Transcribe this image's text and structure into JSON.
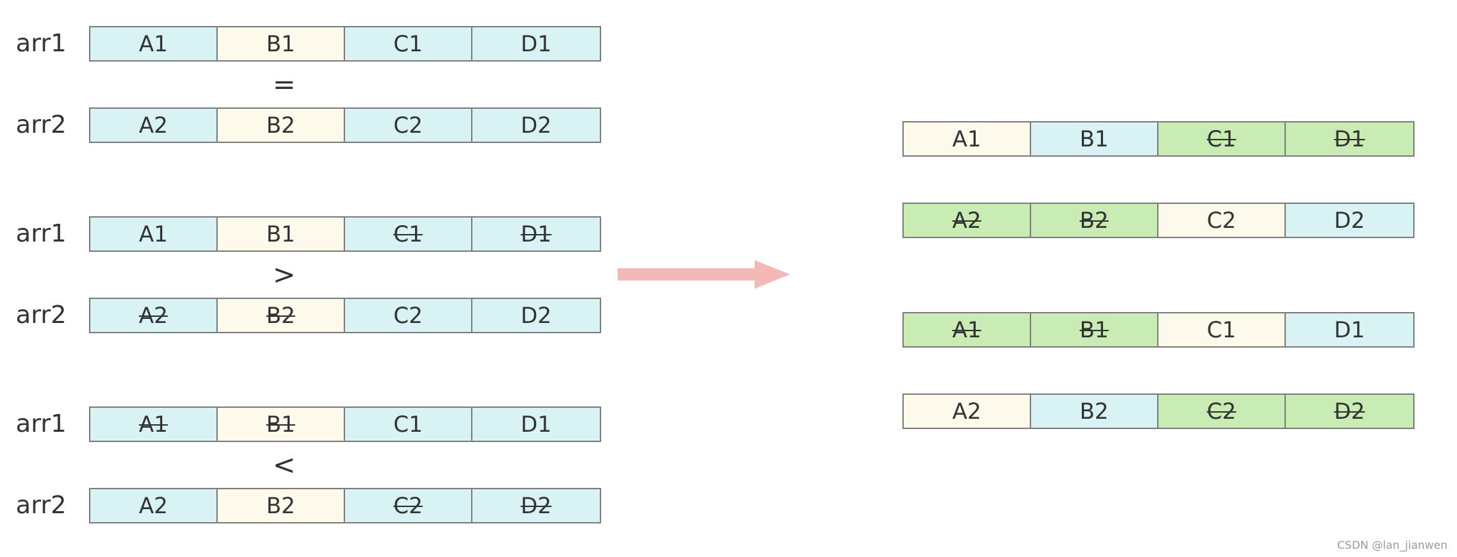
{
  "colors": {
    "blue": "#d9f3f4",
    "yellow": "#fdfaeb",
    "green": "#c8ecb4",
    "border": "#7f7f7f",
    "arrow": "#f4b9b7"
  },
  "left_groups": [
    {
      "operator": "=",
      "rows": [
        {
          "label": "arr1",
          "cells": [
            {
              "text": "A1",
              "color": "blue",
              "struck": false
            },
            {
              "text": "B1",
              "color": "yellow",
              "struck": false
            },
            {
              "text": "C1",
              "color": "blue",
              "struck": false
            },
            {
              "text": "D1",
              "color": "blue",
              "struck": false
            }
          ]
        },
        {
          "label": "arr2",
          "cells": [
            {
              "text": "A2",
              "color": "blue",
              "struck": false
            },
            {
              "text": "B2",
              "color": "yellow",
              "struck": false
            },
            {
              "text": "C2",
              "color": "blue",
              "struck": false
            },
            {
              "text": "D2",
              "color": "blue",
              "struck": false
            }
          ]
        }
      ]
    },
    {
      "operator": ">",
      "rows": [
        {
          "label": "arr1",
          "cells": [
            {
              "text": "A1",
              "color": "blue",
              "struck": false
            },
            {
              "text": "B1",
              "color": "yellow",
              "struck": false
            },
            {
              "text": "C1",
              "color": "blue",
              "struck": true
            },
            {
              "text": "D1",
              "color": "blue",
              "struck": true
            }
          ]
        },
        {
          "label": "arr2",
          "cells": [
            {
              "text": "A2",
              "color": "blue",
              "struck": true
            },
            {
              "text": "B2",
              "color": "yellow",
              "struck": true
            },
            {
              "text": "C2",
              "color": "blue",
              "struck": false
            },
            {
              "text": "D2",
              "color": "blue",
              "struck": false
            }
          ]
        }
      ]
    },
    {
      "operator": "<",
      "rows": [
        {
          "label": "arr1",
          "cells": [
            {
              "text": "A1",
              "color": "blue",
              "struck": true
            },
            {
              "text": "B1",
              "color": "yellow",
              "struck": true
            },
            {
              "text": "C1",
              "color": "blue",
              "struck": false
            },
            {
              "text": "D1",
              "color": "blue",
              "struck": false
            }
          ]
        },
        {
          "label": "arr2",
          "cells": [
            {
              "text": "A2",
              "color": "blue",
              "struck": false
            },
            {
              "text": "B2",
              "color": "yellow",
              "struck": false
            },
            {
              "text": "C2",
              "color": "blue",
              "struck": true
            },
            {
              "text": "D2",
              "color": "blue",
              "struck": true
            }
          ]
        }
      ]
    }
  ],
  "right_rows": [
    {
      "cells": [
        {
          "text": "A1",
          "color": "yellow",
          "struck": false
        },
        {
          "text": "B1",
          "color": "blue",
          "struck": false
        },
        {
          "text": "C1",
          "color": "green",
          "struck": true
        },
        {
          "text": "D1",
          "color": "green",
          "struck": true
        }
      ]
    },
    {
      "cells": [
        {
          "text": "A2",
          "color": "green",
          "struck": true
        },
        {
          "text": "B2",
          "color": "green",
          "struck": true
        },
        {
          "text": "C2",
          "color": "yellow",
          "struck": false
        },
        {
          "text": "D2",
          "color": "blue",
          "struck": false
        }
      ]
    },
    {
      "cells": [
        {
          "text": "A1",
          "color": "green",
          "struck": true
        },
        {
          "text": "B1",
          "color": "green",
          "struck": true
        },
        {
          "text": "C1",
          "color": "yellow",
          "struck": false
        },
        {
          "text": "D1",
          "color": "blue",
          "struck": false
        }
      ]
    },
    {
      "cells": [
        {
          "text": "A2",
          "color": "yellow",
          "struck": false
        },
        {
          "text": "B2",
          "color": "blue",
          "struck": false
        },
        {
          "text": "C2",
          "color": "green",
          "struck": true
        },
        {
          "text": "D2",
          "color": "green",
          "struck": true
        }
      ]
    }
  ],
  "watermark": "CSDN @lan_jianwen"
}
